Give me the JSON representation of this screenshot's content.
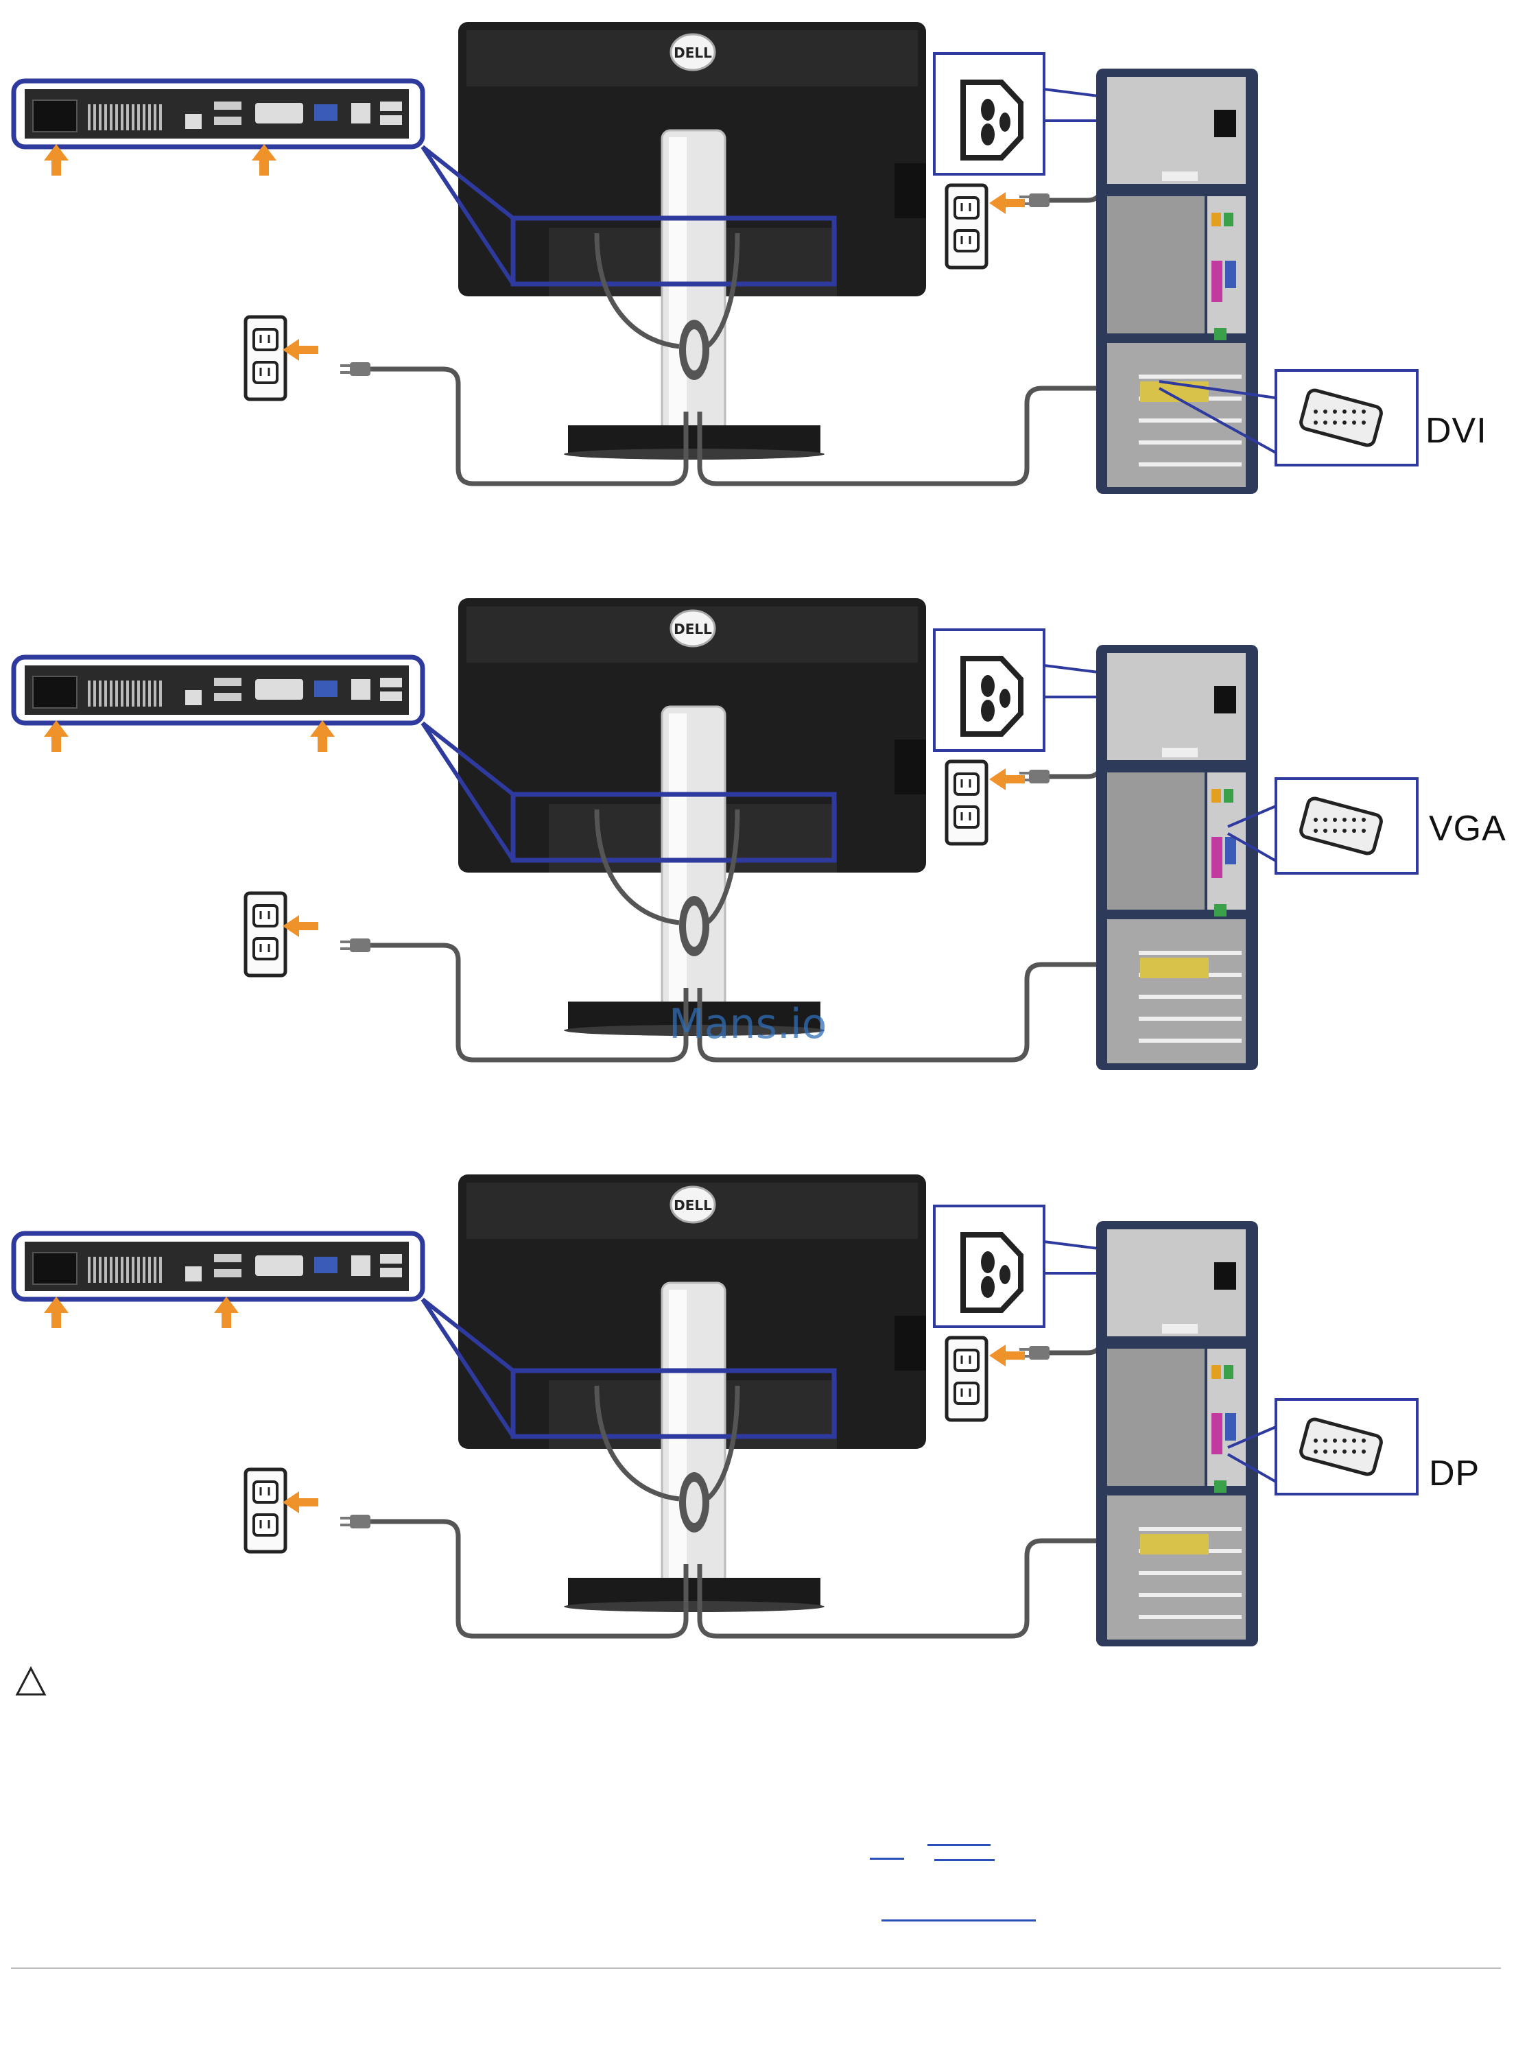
{
  "diagrams": [
    {
      "connector_label": "DVI"
    },
    {
      "connector_label": "VGA"
    },
    {
      "connector_label": "DP"
    }
  ],
  "monitor_logo": "DELL",
  "watermark": "Mans.io",
  "colors": {
    "highlight_frame": "#2e3a9e",
    "arrow": "#f0922a",
    "cable": "#555555",
    "monitor": "#1e1e1e",
    "tower": "#2d3a5a"
  },
  "icons": [
    "warning-triangle-icon"
  ]
}
